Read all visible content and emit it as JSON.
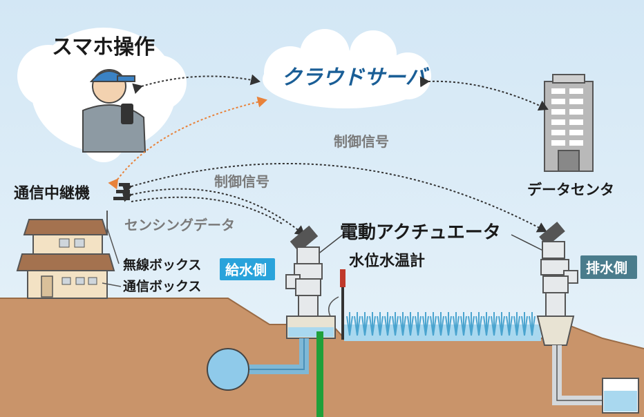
{
  "labels": {
    "smartphone": "スマホ操作",
    "cloud": "クラウドサーバ",
    "datacenter": "データセンタ",
    "relay": "通信中継機",
    "control_upper": "制御信号",
    "control_lower": "制御信号",
    "sensing": "センシングデータ",
    "actuator": "電動アクチュエータ",
    "inlet": "給水側",
    "outlet": "排水側",
    "wireless_box": "無線ボックス",
    "comm_box": "通信ボックス",
    "level_meter": "水位水温計"
  },
  "colors": {
    "sky": "#dcecf7",
    "cloud": "#ffffff",
    "ground": "#c9946a",
    "water": "#a9d8ef",
    "inlet_badge": "#29a3db",
    "outlet_badge": "#4a7c8c",
    "wire_dark": "#333333",
    "wire_orange": "#e8823a",
    "pipe": "#dfe3e6",
    "rice": "#4aa4cf",
    "pole": "#1fa03a"
  }
}
